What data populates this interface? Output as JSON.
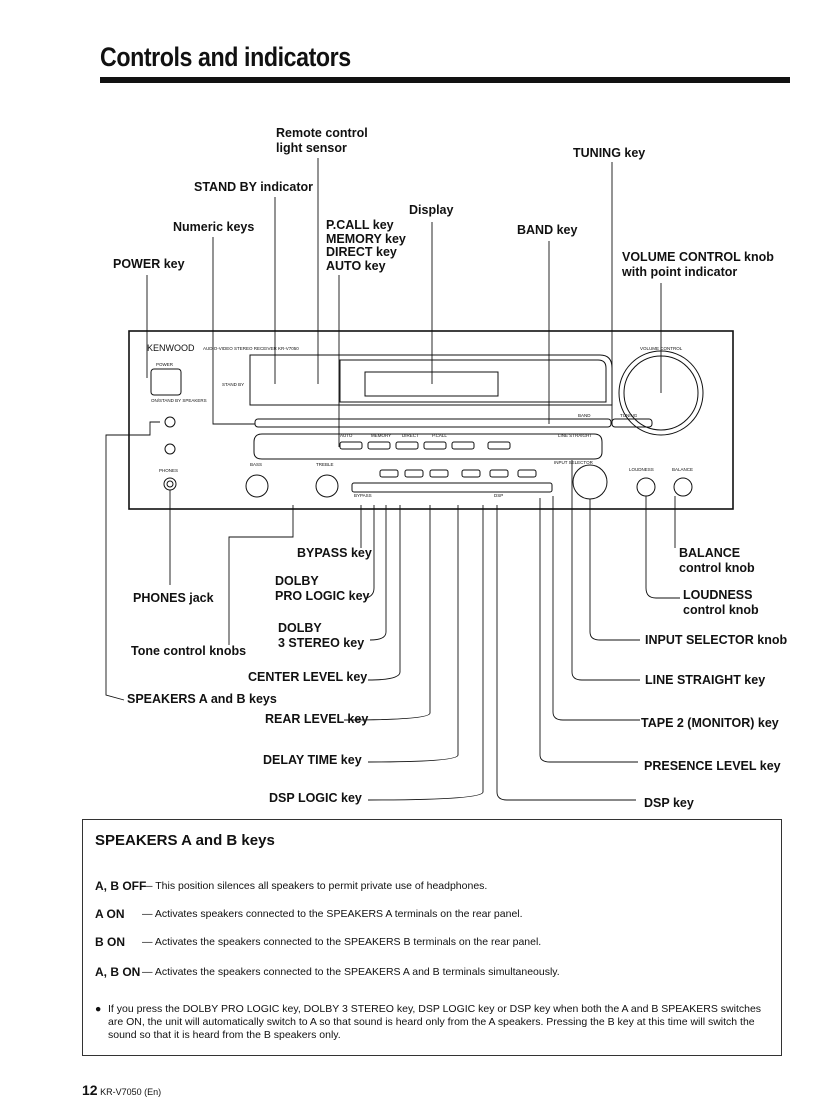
{
  "page": {
    "title": "Controls and indicators"
  },
  "device_panel": {
    "brand": "KENWOOD",
    "model": "AUDIO-VIDEO STEREO RECEIVER KR-V7050",
    "power": "POWER",
    "speakers": "ON/STAND BY SPEAKERS",
    "phones": "PHONES",
    "standby": "STAND BY",
    "bass": "BASS",
    "treble": "TREBLE",
    "volume": "VOLUME CONTROL",
    "loudness": "LOUDNESS",
    "balance": "BALANCE",
    "input_selector": "INPUT SELECTOR",
    "tuning": "TUNING",
    "band": "BAND",
    "line_straight": "LINE STRAIGHT",
    "auto": "AUTO",
    "memory": "MEMORY",
    "direct": "DIRECT",
    "pcall": "P.CALL",
    "bypass": "BYPASS",
    "dsp": "DSP"
  },
  "callouts": {
    "remote_sensor": "Remote control\nlight sensor",
    "tuning_key": "TUNING key",
    "standby_indicator": "STAND BY indicator",
    "display": "Display",
    "numeric_keys": "Numeric keys",
    "pcall_group": "P.CALL key\nMEMORY key\nDIRECT key\nAUTO key",
    "band_key": "BAND key",
    "power_key": "POWER key",
    "volume_knob": "VOLUME CONTROL knob\nwith point indicator",
    "bypass_key": "BYPASS key",
    "balance_knob": "BALANCE\ncontrol knob",
    "dolby_pro_logic": "DOLBY\nPRO LOGIC key",
    "phones_jack": "PHONES jack",
    "loudness_knob": "LOUDNESS\ncontrol knob",
    "dolby_3_stereo": "DOLBY\n3 STEREO key",
    "input_selector_knob": "INPUT SELECTOR knob",
    "tone_knobs": "Tone control knobs",
    "center_level": "CENTER LEVEL key",
    "line_straight_key": "LINE STRAIGHT key",
    "speakers_ab": "SPEAKERS A and B keys",
    "rear_level": "REAR LEVEL key",
    "tape2_monitor": "TAPE 2 (MONITOR) key",
    "delay_time": "DELAY TIME key",
    "presence_level": "PRESENCE LEVEL key",
    "dsp_logic": "DSP LOGIC key",
    "dsp_key": "DSP key"
  },
  "speakers_box": {
    "title": "SPEAKERS A and B keys",
    "rows": [
      {
        "term": "A, B OFF",
        "desc": "— This position silences all speakers to permit private use of headphones."
      },
      {
        "term": "A ON",
        "desc": "— Activates speakers connected to the SPEAKERS A terminals on the rear panel."
      },
      {
        "term": "B ON",
        "desc": "— Activates the speakers connected to the SPEAKERS B terminals on the rear panel."
      },
      {
        "term": "A, B ON",
        "desc": "— Activates the speakers connected to the SPEAKERS A and B terminals simultaneously."
      }
    ],
    "bullet": "●",
    "note": "If you press the DOLBY PRO LOGIC key, DOLBY 3 STEREO key, DSP LOGIC key or DSP key when both the A and B SPEAKERS switches are ON, the unit will automatically switch to A so that sound is heard only from the A speakers. Pressing the B key at this time will switch the sound so that it is heard from the B speakers only."
  },
  "footer": {
    "page_number": "12",
    "doc_ref": "KR-V7050 (En)"
  }
}
